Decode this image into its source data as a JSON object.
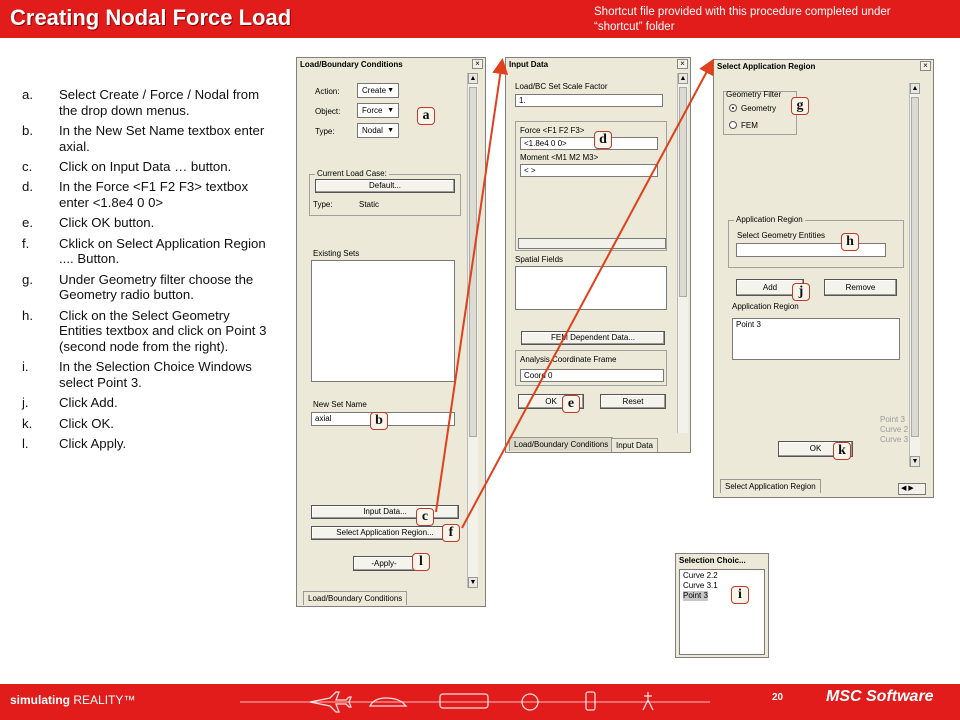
{
  "header": {
    "title": "Creating Nodal Force Load",
    "note": "Shortcut file provided with this procedure completed under “shortcut” folder"
  },
  "steps": [
    {
      "letter": "a.",
      "text": "Select Create / Force / Nodal from the drop down menus."
    },
    {
      "letter": "b.",
      "text": "In the New Set Name textbox enter axial."
    },
    {
      "letter": "c.",
      "text": "Click on Input Data … button."
    },
    {
      "letter": "d.",
      "text": "In the Force <F1 F2 F3> textbox enter <1.8e4 0 0>"
    },
    {
      "letter": "e.",
      "text": "Click OK button."
    },
    {
      "letter": "f.",
      "text": "Cklick on Select Application Region .... Button."
    },
    {
      "letter": "g.",
      "text": "Under Geometry filter choose the Geometry radio button."
    },
    {
      "letter": "h.",
      "text": "Click on the Select Geometry Entities textbox and click on Point 3 (second node from the right)."
    },
    {
      "letter": "i.",
      "text": "In the Selection Choice Windows select Point 3."
    },
    {
      "letter": "j.",
      "text": "Click Add."
    },
    {
      "letter": "k.",
      "text": "Click OK."
    },
    {
      "letter": "l.",
      "text": "Click Apply."
    }
  ],
  "lbc": {
    "title": "Load/Boundary Conditions",
    "action_label": "Action:",
    "action_value": "Create",
    "object_label": "Object:",
    "object_value": "Force",
    "type_label": "Type:",
    "type_value": "Nodal",
    "current_load_case": "Current Load Case:",
    "default_btn": "Default...",
    "type2_label": "Type:",
    "type2_value": "Static",
    "existing_sets": "Existing Sets",
    "new_set_name": "New Set Name",
    "new_set_value": "axial",
    "input_data_btn": "Input Data...",
    "select_region_btn": "Select Application Region...",
    "apply_btn": "-Apply-",
    "tab": "Load/Boundary Conditions"
  },
  "input_data": {
    "title": "Input Data",
    "scale_label": "Load/BC Set Scale Factor",
    "scale_value": "1.",
    "force_label": "Force <F1 F2 F3>",
    "force_value": "<1.8e4 0 0>",
    "moment_label": "Moment <M1 M2 M3>",
    "moment_value": "<   >",
    "spatial_fields": "Spatial Fields",
    "fem_btn": "FEM Dependent Data...",
    "acf_label": "Analysis Coordinate Frame",
    "acf_value": "Coord 0",
    "ok_btn": "OK",
    "reset_btn": "Reset",
    "tab1": "Load/Boundary Conditions",
    "tab2": "Input Data"
  },
  "sar": {
    "title": "Select Application Region",
    "geometry_filter": "Geometry Filter",
    "geometry": "Geometry",
    "fem": "FEM",
    "app_region_grp": "Application Region",
    "select_geom": "Select Geometry Entities",
    "add_btn": "Add",
    "remove_btn": "Remove",
    "app_region_label": "Application Region",
    "region_item": "Point 3",
    "faint": [
      "Point 3",
      "Curve 2",
      "Curve 3"
    ],
    "ok_btn": "OK",
    "tab": "Select Application Region"
  },
  "choice": {
    "title": "Selection Choic...",
    "items": [
      "Curve 2.2",
      "Curve 3.1",
      "Point 3"
    ]
  },
  "callouts": [
    "a",
    "b",
    "c",
    "d",
    "e",
    "f",
    "g",
    "h",
    "i",
    "j",
    "k",
    "l"
  ],
  "footer": {
    "brand_bold": "simulating",
    "brand_thin": "REALITY™",
    "page": "20",
    "logo": "MSC Software"
  },
  "colors": {
    "brand": "#e21b1b",
    "panel": "#ece9d8",
    "arrow": "#e0401b"
  }
}
